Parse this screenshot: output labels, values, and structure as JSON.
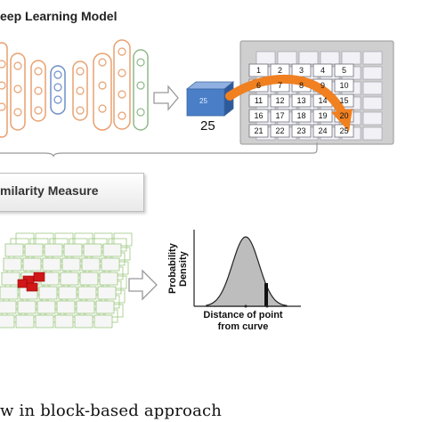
{
  "diagram": {
    "model_title": "eep Learning Model",
    "block_label": "25",
    "block_front_label": "25",
    "grid_numbers": [
      "1",
      "2",
      "3",
      "4",
      "5",
      "6",
      "7",
      "8",
      "9",
      "10",
      "11",
      "12",
      "13",
      "14",
      "15",
      "16",
      "17",
      "18",
      "19",
      "20",
      "21",
      "22",
      "23",
      "24",
      "25"
    ],
    "similarity_label": "milarity Measure",
    "y_axis_label_1": "Probability",
    "y_axis_label_2": "Density",
    "x_axis_label_1": "Distance of point",
    "x_axis_label_2": "from curve",
    "caption": "w in block-based approach"
  },
  "colors": {
    "network_outline": "#e8a070",
    "network_blue": "#6e8fc8",
    "network_green": "#8fb88a",
    "block_blue": "#4a7fc8",
    "arrow_orange": "#f08020",
    "grid_red": "#d01818",
    "grid_green": "#8fc070"
  }
}
